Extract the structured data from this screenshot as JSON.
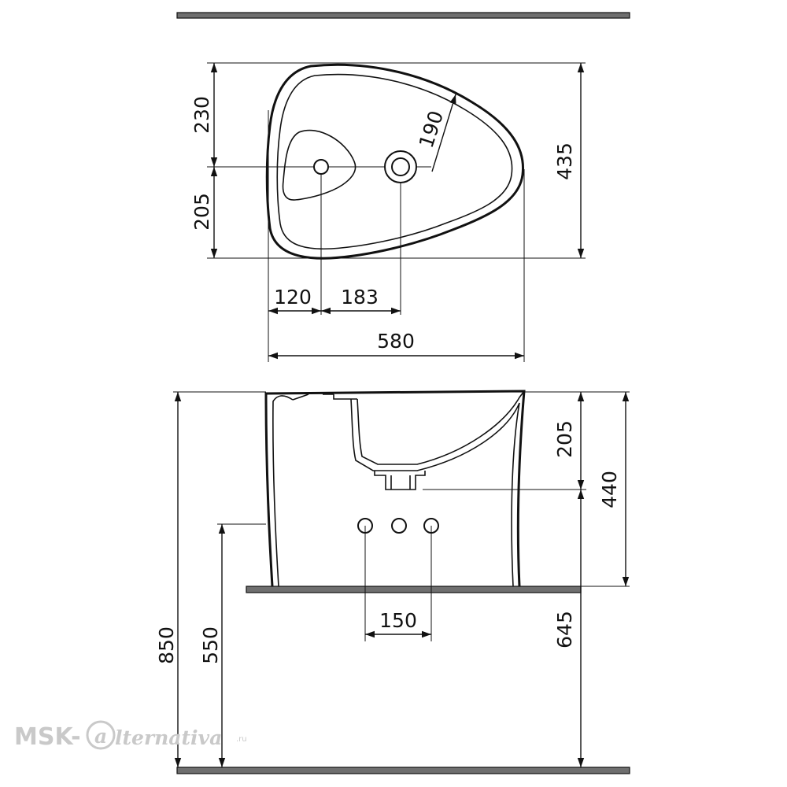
{
  "top_view": {
    "dim_top_offset": "230",
    "dim_bottom_offset": "205",
    "dim_total_depth": "435",
    "dim_radius": "190",
    "dim_tap_from_edge": "120",
    "dim_drain_from_tap": "183",
    "dim_total_width": "580"
  },
  "side_view": {
    "dim_bowl_depth": "205",
    "dim_bowl_height": "440",
    "dim_total_height": "850",
    "dim_inlet_height": "550",
    "dim_outlet_height": "645",
    "dim_hole_spacing": "150"
  },
  "watermark": {
    "brand_prefix": "MSK-",
    "brand_script": "lternativa",
    "brand_suffix": ".ru"
  }
}
